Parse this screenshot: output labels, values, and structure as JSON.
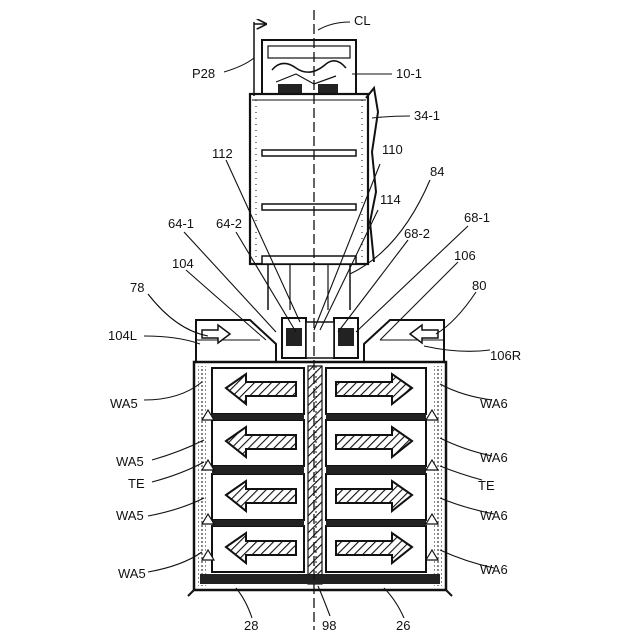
{
  "labels": {
    "cl": "CL",
    "p28": "P28",
    "l10_1": "10-1",
    "l34_1": "34-1",
    "l112": "112",
    "l110": "110",
    "l84": "84",
    "l114": "114",
    "l64_1": "64-1",
    "l64_2": "64-2",
    "l68_2": "68-2",
    "l68_1": "68-1",
    "l104": "104",
    "l106": "106",
    "l78": "78",
    "l80": "80",
    "l104L": "104L",
    "l106R": "106R",
    "wa5_a": "WA5",
    "wa5_b": "WA5",
    "wa5_c": "WA5",
    "wa5_d": "WA5",
    "wa6_a": "WA6",
    "wa6_b": "WA6",
    "wa6_c": "WA6",
    "wa6_d": "WA6",
    "te_left": "TE",
    "te_right": "TE",
    "l28": "28",
    "l98": "98",
    "l26": "26"
  }
}
